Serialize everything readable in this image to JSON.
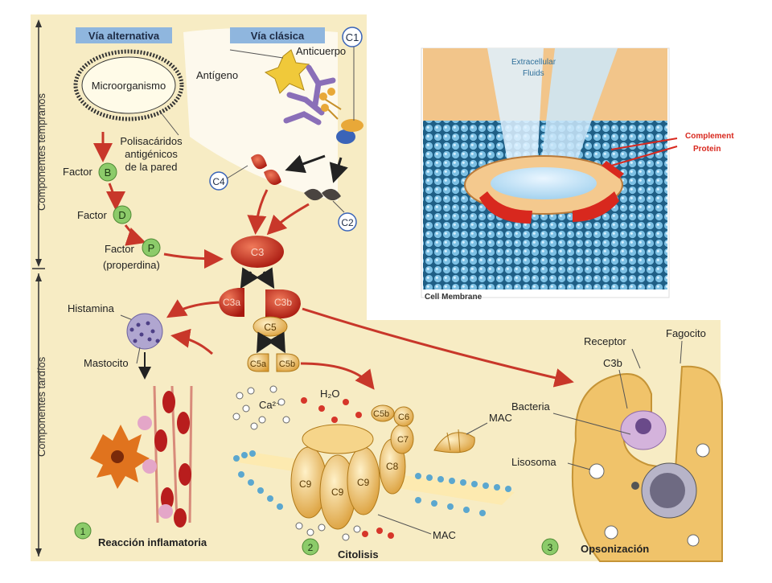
{
  "side_labels": {
    "early": "Componentes tempranos",
    "late": "Componentes tardíos"
  },
  "pathways": {
    "alternative": "Vía alternativa",
    "classic": "Vía clásica"
  },
  "labels": {
    "microorganism": "Microorganismo",
    "antigen": "Antígeno",
    "antibody": "Anticuerpo",
    "polysaccharides": [
      "Polisacáridos",
      "antigénicos",
      "de la pared"
    ],
    "factor": "Factor",
    "properdin": "(properdina)",
    "histamine": "Histamina",
    "mast_cell": "Mastocito",
    "water": "H₂O",
    "calcium": "Ca²⁺",
    "mac_top": "MAC",
    "mac_bottom": "MAC",
    "receptor": "Receptor",
    "phagocyte": "Fagocito",
    "c3b_label": "C3b",
    "bacteria": "Bacteria",
    "lysosome": "Lisosoma"
  },
  "factors": {
    "b": "B",
    "d": "D",
    "p": "P"
  },
  "complement": {
    "c1": "C1",
    "c2": "C2",
    "c3": "C3",
    "c4": "C4",
    "c3a": "C3a",
    "c3b": "C3b",
    "c5": "C5",
    "c5a": "C5a",
    "c5b": "C5b",
    "c6": "C6",
    "c7": "C7",
    "c8": "C8",
    "c9": "C9"
  },
  "outcomes": [
    {
      "num": "1",
      "label": "Reacción inflamatoria"
    },
    {
      "num": "2",
      "label": "Citolisis"
    },
    {
      "num": "3",
      "label": "Opsonización"
    }
  ],
  "inset": {
    "fluids": [
      "Extracellular",
      "Fluids"
    ],
    "protein": [
      "Complement",
      "Protein"
    ],
    "membrane": "Cell Membrane"
  },
  "colors": {
    "panel_bg": "#f7ecc4",
    "tag_blue": "#8fb6de",
    "factor_green": "#8ccb6a",
    "complement_red": "#c8281e",
    "complement_gold": "#e8a838",
    "arrow_red": "#c8372a",
    "membrane_blue": "#3b8fb8"
  }
}
